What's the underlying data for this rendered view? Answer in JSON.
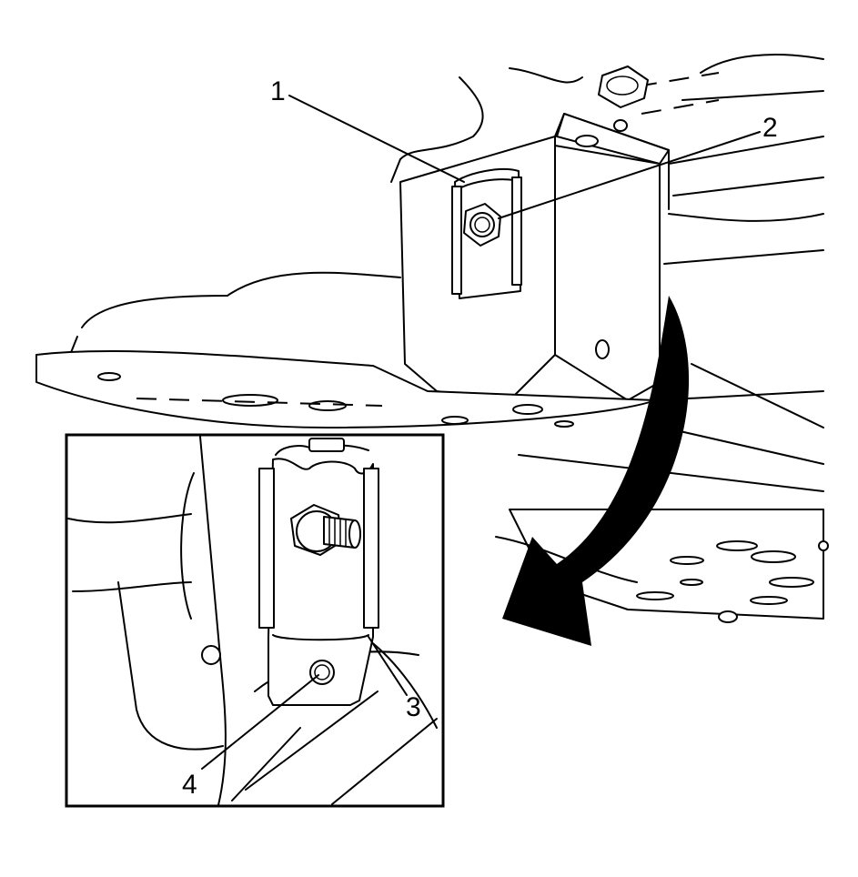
{
  "callouts": [
    {
      "id": "1",
      "label": "1"
    },
    {
      "id": "2",
      "label": "2"
    },
    {
      "id": "3",
      "label": "3"
    },
    {
      "id": "4",
      "label": "4"
    }
  ],
  "colors": {
    "stroke": "#000000",
    "background": "#ffffff",
    "fill_light": "#e6e6e6"
  }
}
